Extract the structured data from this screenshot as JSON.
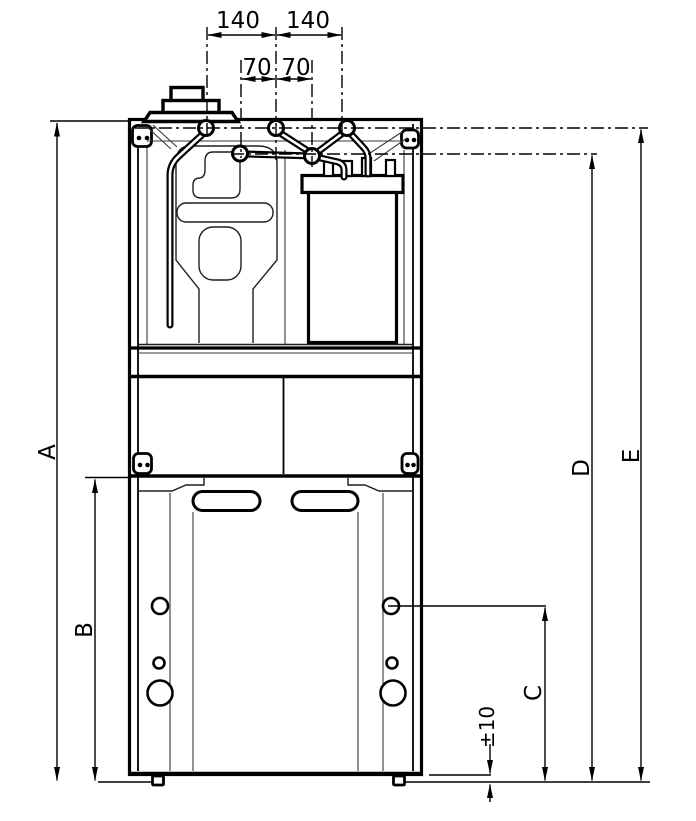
{
  "drawing": {
    "subject": "appliance-dimension-drawing-front-view",
    "colors": {
      "line": "#000000",
      "background": "#ffffff",
      "detail_line": "#3a3a3a"
    },
    "labels": {
      "w140_left": "140",
      "w140_right": "140",
      "w70_left": "70",
      "w70_right": "70",
      "a": "A",
      "b": "B",
      "c": "C",
      "d": "D",
      "e": "E",
      "tol": "±10"
    }
  }
}
